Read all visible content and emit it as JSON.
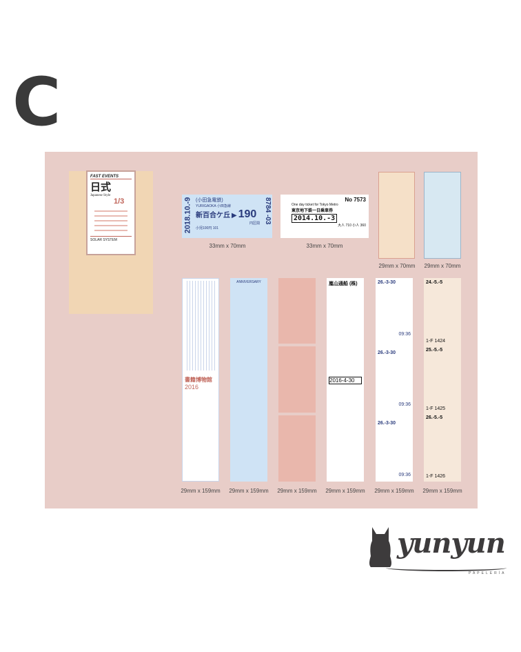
{
  "variant_letter": "C",
  "feature_card": {
    "header": "FAST  EVENTS",
    "title": "日式",
    "subtitle": "Japanese Style",
    "mark": "1/3",
    "footer": "SOLAR SYSTEM"
  },
  "ticket_blue": {
    "company": "(小田急電鉄)",
    "route": "YURIGAOKA 小田急線",
    "station": "新百合ケ丘",
    "fare": "190",
    "fare_unit": "円区間",
    "date": "2018.10.-9",
    "serial": "8784 -03",
    "note": "小児100円 101"
  },
  "ticket_white": {
    "number": "No 7573",
    "title": "One day ticket for Tokyo Metro",
    "subtitle": "東京地下鉄一日乗車券",
    "date": "2014.10.-3",
    "price": "大人 710  小人 360"
  },
  "strip_texts": {
    "museum": "書籍博物館",
    "year": "2016",
    "anniversary": "ANNIVERSARY",
    "shop": "嵐山通船 (株)",
    "date": "2016-4-30",
    "dates": [
      "26.-3-30",
      "26.-3-30",
      "26.-3-30"
    ],
    "times": [
      "09:36",
      "09:36",
      "09:36"
    ],
    "tan": [
      "24.-5.-5",
      "25.-5.-5",
      "26.-5.-5"
    ],
    "codes": [
      "1-F 1424",
      "1-F 1425",
      "1-F 1426"
    ]
  },
  "size_labels": {
    "top": [
      "33mm x 70mm",
      "33mm x 70mm",
      "29mm x 70mm",
      "29mm x 70mm"
    ],
    "bottom": [
      "29mm x 159mm",
      "29mm x 159mm",
      "29mm x 159mm",
      "29mm x 159mm",
      "29mm x 159mm",
      "29mm x 159mm"
    ]
  },
  "logo": {
    "name": "yunyun",
    "tagline": "PAPELERÍA"
  },
  "colors": {
    "panel": "#e8cdc8",
    "beige": "#f1d6b4",
    "ticket_blue": "#cfe3f5",
    "ink_blue": "#2a3b7c",
    "ink_red": "#c0655a",
    "logo": "#3d3b3c"
  }
}
